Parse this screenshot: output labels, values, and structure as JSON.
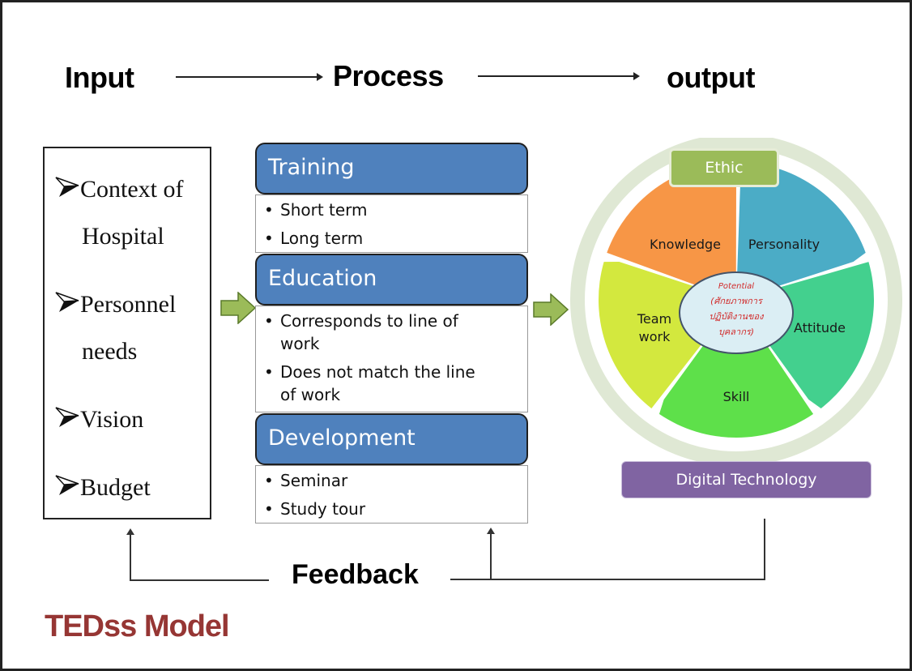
{
  "header": {
    "input_label": "Input",
    "process_label": "Process",
    "output_label": "output"
  },
  "input": {
    "items": [
      {
        "line1": "Context of",
        "line2": "Hospital"
      },
      {
        "line1": "Personnel",
        "line2": "needs"
      },
      {
        "line1": "Vision"
      },
      {
        "line1": "Budget"
      }
    ],
    "bullet_icon": "arrowhead-bullet-icon"
  },
  "process": {
    "blocks": [
      {
        "title": "Training",
        "items": [
          "Short term",
          "Long term"
        ]
      },
      {
        "title": "Education",
        "items": [
          "Corresponds to line of work",
          "Does not match the line of work"
        ]
      },
      {
        "title": "Development",
        "items": [
          "Seminar",
          "Study tour"
        ]
      }
    ]
  },
  "output": {
    "ethic_label": "Ethic",
    "segments": [
      {
        "label": "Personality",
        "color": "#4bacc6"
      },
      {
        "label": "Attitude",
        "color": "#43d08e"
      },
      {
        "label": "Skill",
        "color": "#5ee04a"
      },
      {
        "label": "Team work",
        "color": "#d3e83e"
      },
      {
        "label": "Knowledge",
        "color": "#f79646"
      }
    ],
    "center": {
      "line1": "Potential",
      "line2": "(ศักยภาพการ",
      "line3": "ปฏิบัติงานของ",
      "line4": "บุคลากร)",
      "text_color": "#d12b2b",
      "fill": "#dbeef4"
    },
    "digital_label": "Digital Technology",
    "ring_color": "#dfe8d4"
  },
  "feedback": {
    "label": "Feedback"
  },
  "model_title": "TEDss Model",
  "colors": {
    "process_header": "#4f81bd",
    "block_arrow": "#9bbb59",
    "ethic": "#9bbb59",
    "digital": "#8064a2",
    "title": "#963634"
  }
}
